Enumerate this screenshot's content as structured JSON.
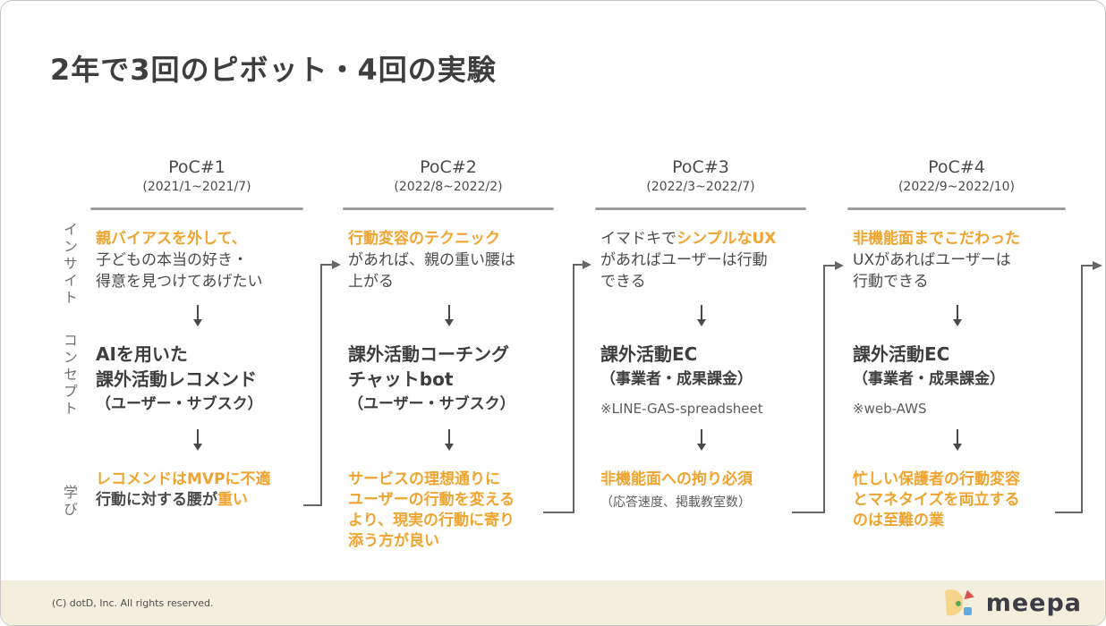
{
  "slide": {
    "title": "2年で3回のピボット・4回の実験",
    "row_labels": {
      "insight": "インサイト",
      "concept": "コンセプト",
      "learning": "学び"
    }
  },
  "columns": [
    {
      "header": {
        "name": "PoC#1",
        "period": "(2021/1~2021/7)"
      },
      "insight": {
        "plain_before": "",
        "highlight": "親バイアスを外して、",
        "plain_after": "\n子どもの本当の好き・\n得意を見つけてあげたい"
      },
      "concept": {
        "title": "AIを用いた\n課外活動レコメンド",
        "sub": "（ユーザー・サブスク）",
        "note": ""
      },
      "learning": {
        "highlight": "レコメンドはMVPに不適",
        "plain": "\n行動に対する腰が",
        "highlight2": "重い",
        "note": ""
      }
    },
    {
      "header": {
        "name": "PoC#2",
        "period": "(2022/8~2022/2)"
      },
      "insight": {
        "plain_before": "",
        "highlight": "行動変容のテクニック",
        "plain_after": "\nがあれば、親の重い腰は\n上がる"
      },
      "concept": {
        "title": "課外活動コーチング\nチャットbot",
        "sub": "（ユーザー・サブスク）",
        "note": ""
      },
      "learning": {
        "highlight": "サービスの理想通りに\nユーザーの行動を変える\nより、現実の行動に寄り\n添う方が良い",
        "plain": "",
        "highlight2": "",
        "note": ""
      }
    },
    {
      "header": {
        "name": "PoC#3",
        "period": "(2022/3~2022/7)"
      },
      "insight": {
        "plain_before": "イマドキで",
        "highlight": "シンプルなUX",
        "plain_after": "\nがあればユーザーは行動\nできる"
      },
      "concept": {
        "title": "課外活動EC",
        "sub": "（事業者・成果課金）",
        "note": "※LINE-GAS-spreadsheet"
      },
      "learning": {
        "highlight": "非機能面への拘り必須",
        "plain": "",
        "highlight2": "",
        "note": "（応答速度、掲載教室数）"
      }
    },
    {
      "header": {
        "name": "PoC#4",
        "period": "(2022/9~2022/10)"
      },
      "insight": {
        "plain_before": "",
        "highlight": "非機能面までこだわった",
        "plain_after": "\nUXがあればユーザーは\n行動できる"
      },
      "concept": {
        "title": "課外活動EC",
        "sub": "（事業者・成果課金）",
        "note": "※web-AWS"
      },
      "learning": {
        "highlight": "忙しい保護者の行動変容\nとマネタイズを両立する\nのは至難の業",
        "plain": "",
        "highlight2": "",
        "note": ""
      }
    }
  ],
  "footer": {
    "copyright": "(C) dotD, Inc. All rights reserved.",
    "brand": "meepa"
  },
  "colors": {
    "accent_orange": "#F0A42F",
    "text_dark": "#4a4a4a",
    "rule_gray": "#9d9d9d",
    "connector_gray": "#666666",
    "footer_background": "#F4EEDC",
    "logo_yellow": "#F6D489",
    "logo_red": "#D9534A",
    "logo_green": "#58A758",
    "logo_blue": "#62A9DE",
    "brand_text": "#3C3C46"
  }
}
